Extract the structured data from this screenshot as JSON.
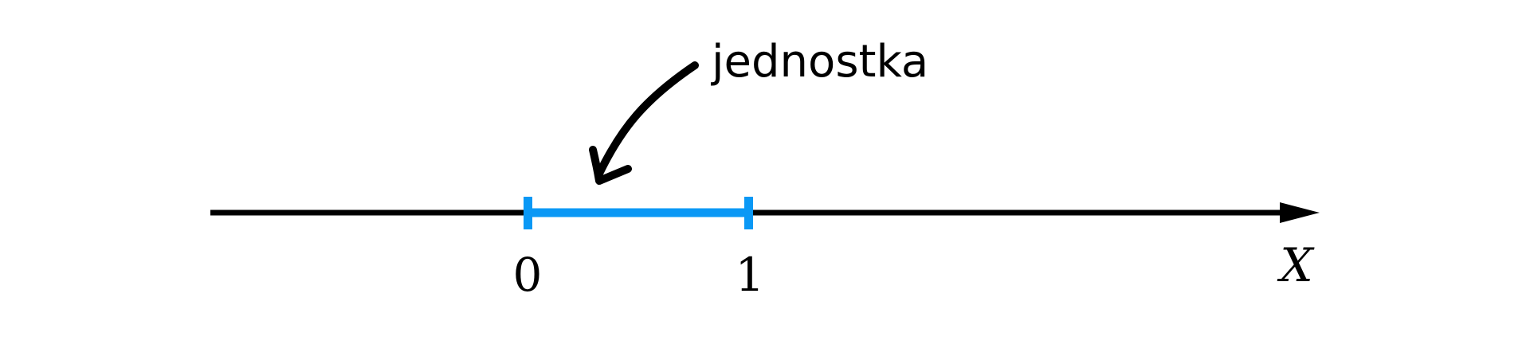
{
  "annotation": {
    "label": "jednostka"
  },
  "axis": {
    "name": "X",
    "ticks": [
      {
        "value": "0"
      },
      {
        "value": "1"
      }
    ]
  },
  "unit_segment": {
    "from": "0",
    "to": "1",
    "color": "#0A98F5"
  },
  "colors": {
    "axis": "#000000",
    "highlight": "#0A98F5",
    "text": "#000000"
  }
}
